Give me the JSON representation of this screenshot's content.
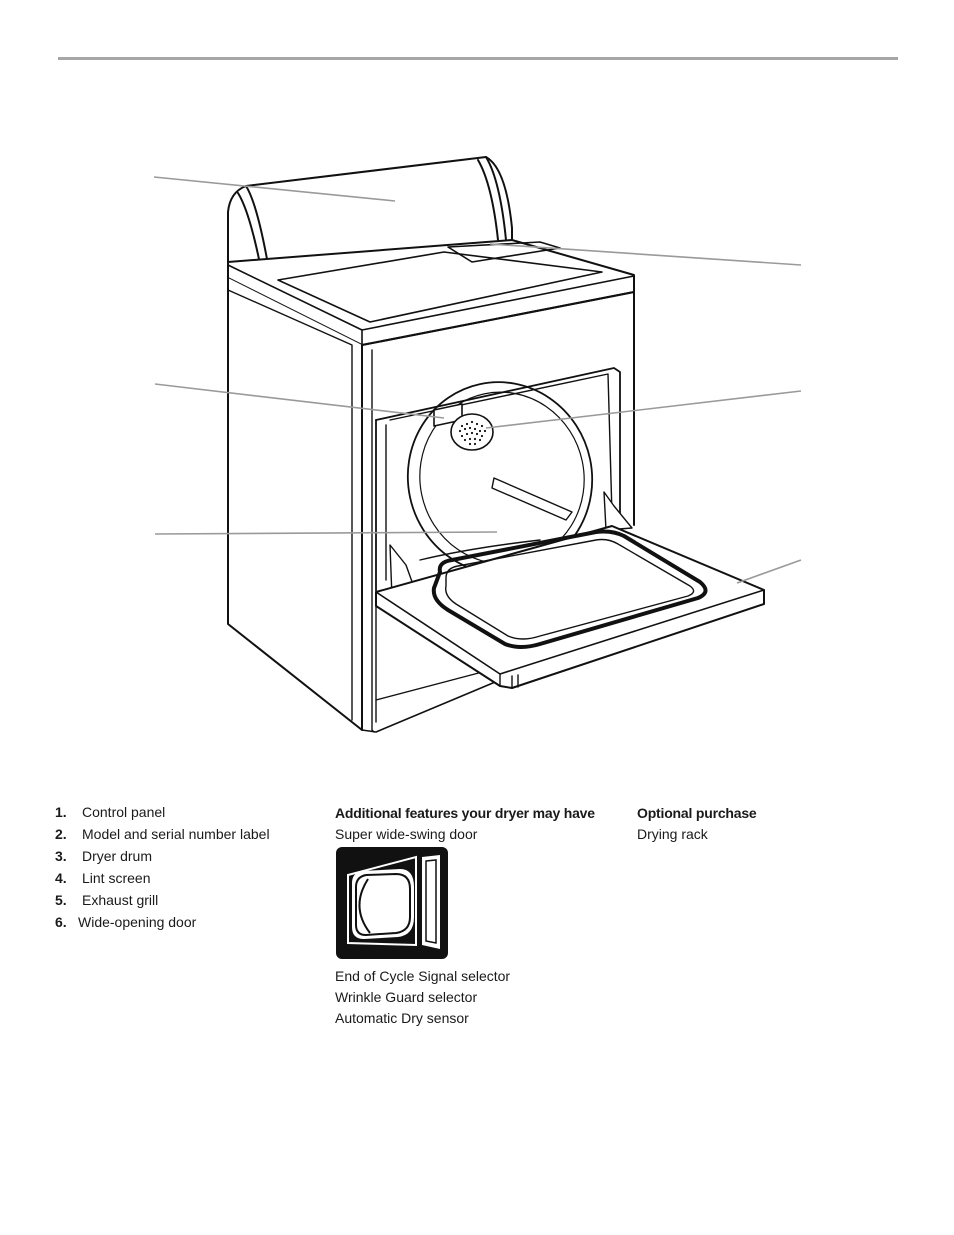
{
  "parts": [
    {
      "num": "1.",
      "label": "Control panel"
    },
    {
      "num": "2.",
      "label": "Model and serial number label"
    },
    {
      "num": "3.",
      "label": "Dryer drum"
    },
    {
      "num": "4.",
      "label": "Lint screen"
    },
    {
      "num": "5.",
      "label": "Exhaust grill"
    },
    {
      "num": "6.",
      "label": "Wide-opening door"
    }
  ],
  "features": {
    "heading": "Additional features your dryer may have",
    "first_item": "Super wide-swing door",
    "icon": "wide-swing-door-icon",
    "more_items": [
      "End of Cycle Signal selector",
      "Wrinkle Guard selector",
      "Automatic Dry sensor"
    ]
  },
  "optional": {
    "heading": "Optional purchase",
    "item": "Drying rack"
  },
  "colors": {
    "rule": "#a6a6a6",
    "leader": "#9a9a9a",
    "line_art": "#111111"
  }
}
